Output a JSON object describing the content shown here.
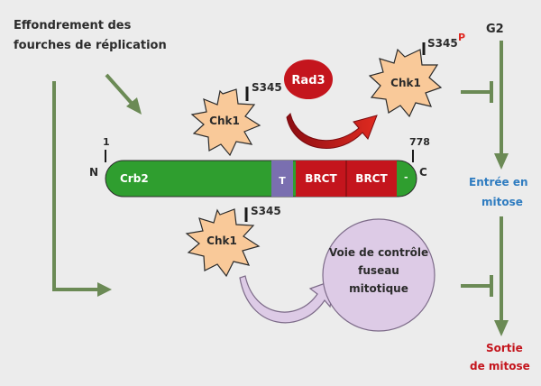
{
  "title_line1": "Effondrement des",
  "title_line2": "fourches de réplication",
  "g2": "G2",
  "entree_line1": "Entrée en",
  "entree_line2": "mitose",
  "sortie_line1": "Sortie",
  "sortie_line2": "de mitose",
  "rad3": "Rad3",
  "chk1": "Chk1",
  "s345": "S345",
  "phospho": "P",
  "n_term": "N",
  "c_term": "C",
  "pos_start": "1",
  "pos_end": "778",
  "crb2": "Crb2",
  "t_domain": "T",
  "brct1": "BRCT",
  "brct2": "BRCT",
  "tail": "-",
  "spindle_line1": "Voie de contrôle",
  "spindle_line2": "fuseau",
  "spindle_line3": "mitotique",
  "colors": {
    "arrow": "#6b8a55",
    "crb2": "#2f9e2f",
    "t_domain": "#7a6fb0",
    "brct": "#c4151d",
    "rad3": "#c4151d",
    "chk1_fill": "#f9c999",
    "chk1_stroke": "#2b2b2b",
    "circle": "#ddcbe6",
    "blue_text": "#2f7cc0",
    "red_text": "#c4151d"
  }
}
